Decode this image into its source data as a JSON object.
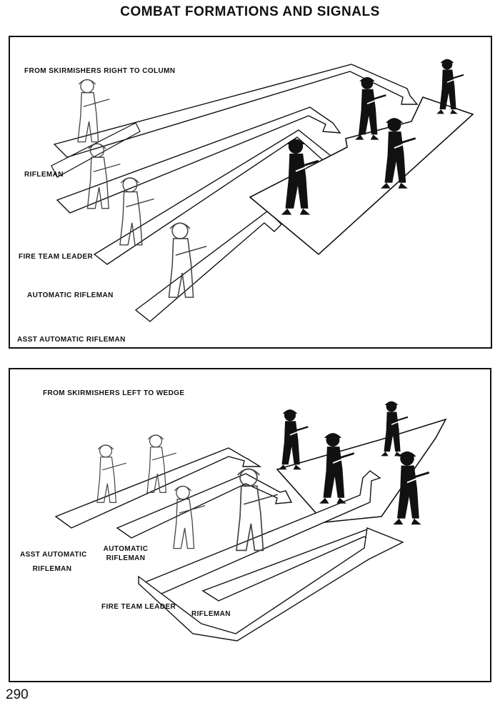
{
  "page": {
    "title": "COMBAT FORMATIONS AND SIGNALS",
    "number": "290"
  },
  "panel_1": {
    "caption": "FROM SKIRMISHERS RIGHT TO COLUMN",
    "labels": {
      "rifleman": "RIFLEMAN",
      "fire_team_leader": "FIRE TEAM LEADER",
      "automatic_rifleman": "AUTOMATIC RIFLEMAN",
      "asst_automatic_rifleman": "ASST AUTOMATIC RIFLEMAN"
    }
  },
  "panel_2": {
    "caption": "FROM SKIRMISHERS LEFT TO WEDGE",
    "labels": {
      "asst_automatic_rifleman_line1": "ASST AUTOMATIC",
      "asst_automatic_rifleman_line2": "RIFLEMAN",
      "automatic_rifleman_line1": "AUTOMATIC",
      "automatic_rifleman_line2": "RIFLEMAN",
      "fire_team_leader": "FIRE TEAM LEADER",
      "rifleman": "RIFLEMAN"
    }
  }
}
